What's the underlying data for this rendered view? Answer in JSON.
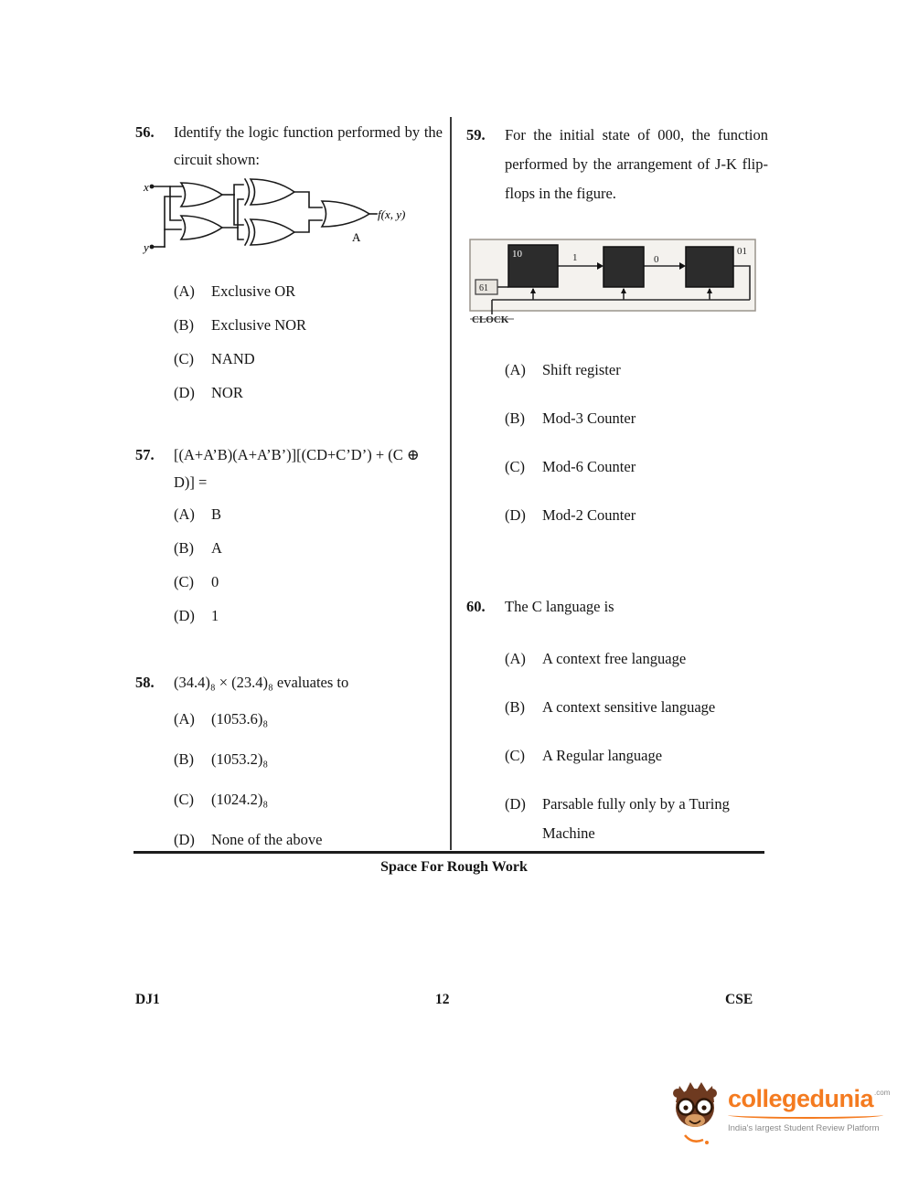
{
  "questions": {
    "q56": {
      "number": "56.",
      "text": "Identify the logic function performed by the circuit shown:",
      "figure": {
        "input_x": "x",
        "input_y": "y",
        "output": "f(x, y)",
        "gate_label": "A"
      },
      "options": [
        {
          "label": "(A)",
          "text": "Exclusive OR"
        },
        {
          "label": "(B)",
          "text": "Exclusive NOR"
        },
        {
          "label": "(C)",
          "text": "NAND"
        },
        {
          "label": "(D)",
          "text": "NOR"
        }
      ]
    },
    "q57": {
      "number": "57.",
      "text": "[(A+A’B)(A+A’B’)][(CD+C’D’) + (C ⊕ D)] =",
      "options": [
        {
          "label": "(A)",
          "text": "B"
        },
        {
          "label": "(B)",
          "text": "A"
        },
        {
          "label": "(C)",
          "text": "0"
        },
        {
          "label": "(D)",
          "text": "1"
        }
      ]
    },
    "q58": {
      "number": "58.",
      "text": "(34.4)₈ × (23.4)₈ evaluates to",
      "options": [
        {
          "label": "(A)",
          "text": "(1053.6)₈"
        },
        {
          "label": "(B)",
          "text": "(1053.2)₈"
        },
        {
          "label": "(C)",
          "text": "(1024.2)₈"
        },
        {
          "label": "(D)",
          "text": "None of the above"
        }
      ]
    },
    "q59": {
      "number": "59.",
      "text": "For the initial state of 000, the function performed by the arrangement of J-K flip-flops in the figure.",
      "figure": {
        "clock": "CLOCK",
        "tag_left": "10",
        "tag_mid1": "1",
        "tag_mid2": "0",
        "tag_right": "01",
        "tag_small": "61"
      },
      "options": [
        {
          "label": "(A)",
          "text": "Shift register"
        },
        {
          "label": "(B)",
          "text": "Mod-3 Counter"
        },
        {
          "label": "(C)",
          "text": "Mod-6 Counter"
        },
        {
          "label": "(D)",
          "text": "Mod-2 Counter"
        }
      ]
    },
    "q60": {
      "number": "60.",
      "text": "The C language is",
      "options": [
        {
          "label": "(A)",
          "text": "A context free language"
        },
        {
          "label": "(B)",
          "text": "A context sensitive language"
        },
        {
          "label": "(C)",
          "text": "A Regular language"
        },
        {
          "label": "(D)",
          "text": "Parsable fully only by a Turing Machine"
        }
      ]
    }
  },
  "rough_work_label": "Space For Rough Work",
  "footer": {
    "booklet_code": "DJ1",
    "page_number": "12",
    "paper_code": "CSE"
  },
  "logo": {
    "brand": "collegedunia",
    "suffix": ".com",
    "tagline": "India's largest Student Review Platform",
    "accent_color": "#f47b20"
  }
}
